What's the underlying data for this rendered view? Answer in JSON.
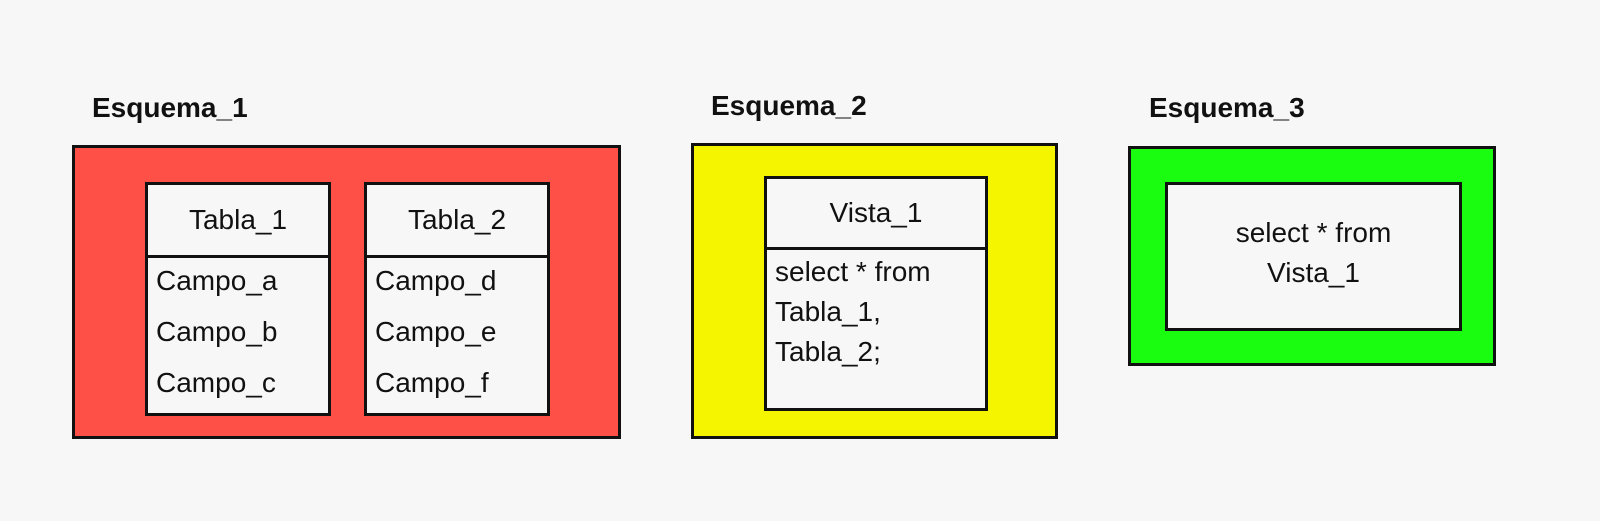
{
  "colors": {
    "schema_1": "#ff5048",
    "schema_2": "#f5f500",
    "schema_3": "#1afc10",
    "background": "#f7f7f7"
  },
  "schemas": [
    {
      "label": "Esquema_1",
      "tables": [
        {
          "name": "Tabla_1",
          "fields": [
            "Campo_a",
            "Campo_b",
            "Campo_c"
          ]
        },
        {
          "name": "Tabla_2",
          "fields": [
            "Campo_d",
            "Campo_e",
            "Campo_f"
          ]
        }
      ]
    },
    {
      "label": "Esquema_2",
      "view": {
        "name": "Vista_1",
        "query": [
          "select * from",
          "Tabla_1,",
          "Tabla_2;"
        ]
      }
    },
    {
      "label": "Esquema_3",
      "query": [
        "select * from",
        "Vista_1"
      ]
    }
  ]
}
